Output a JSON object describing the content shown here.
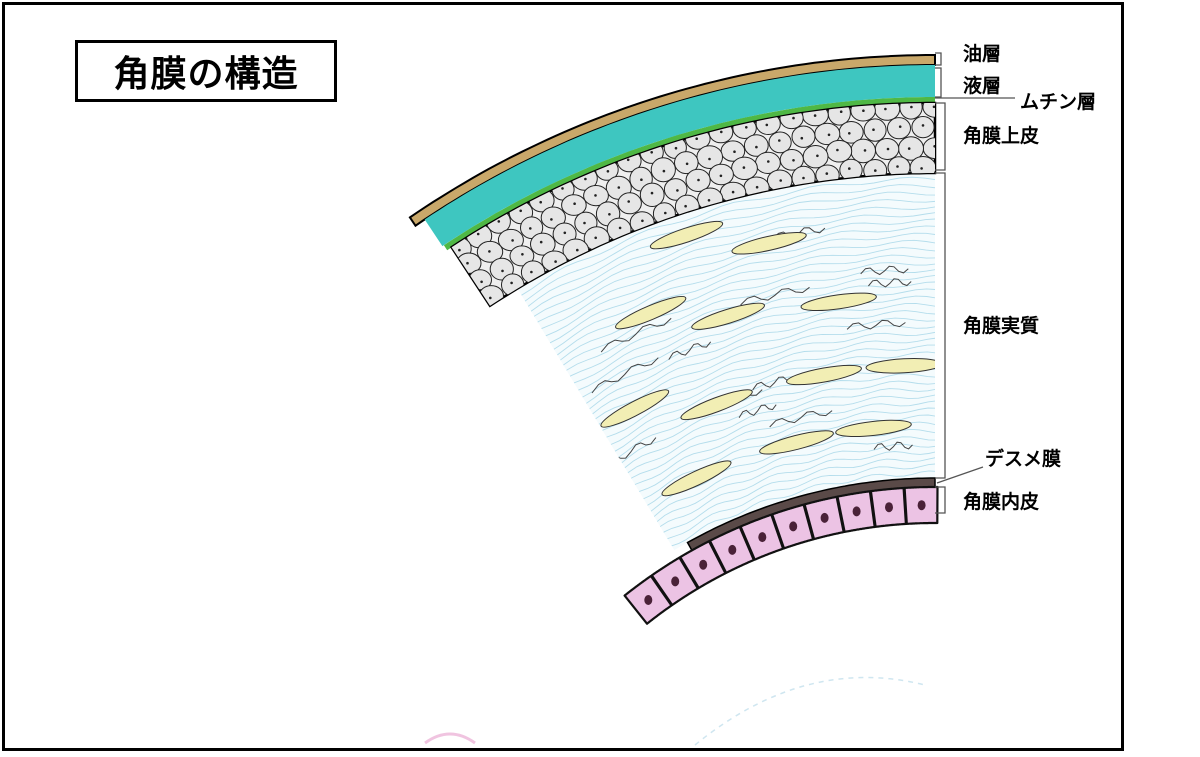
{
  "diagram": {
    "title": "角膜の構造",
    "labels": {
      "oil_layer": "油層",
      "aqueous_layer": "液層",
      "mucin_layer": "ムチン層",
      "epithelium": "角膜上皮",
      "stroma": "角膜実質",
      "descemet": "デスメ膜",
      "endothelium": "角膜内皮"
    },
    "colors": {
      "oil_layer": "#c9a86a",
      "aqueous_layer": "#3ec6c0",
      "mucin_layer": "#4fb845",
      "epithelium_cell": "#e6e6e6",
      "stroma_fibers": "#9fd3e6",
      "keratocyte": "#f2eeb4",
      "descemet": "#5a4a48",
      "endothelium_cell": "#ecc3e4",
      "nucleus": "#4a2238"
    }
  }
}
